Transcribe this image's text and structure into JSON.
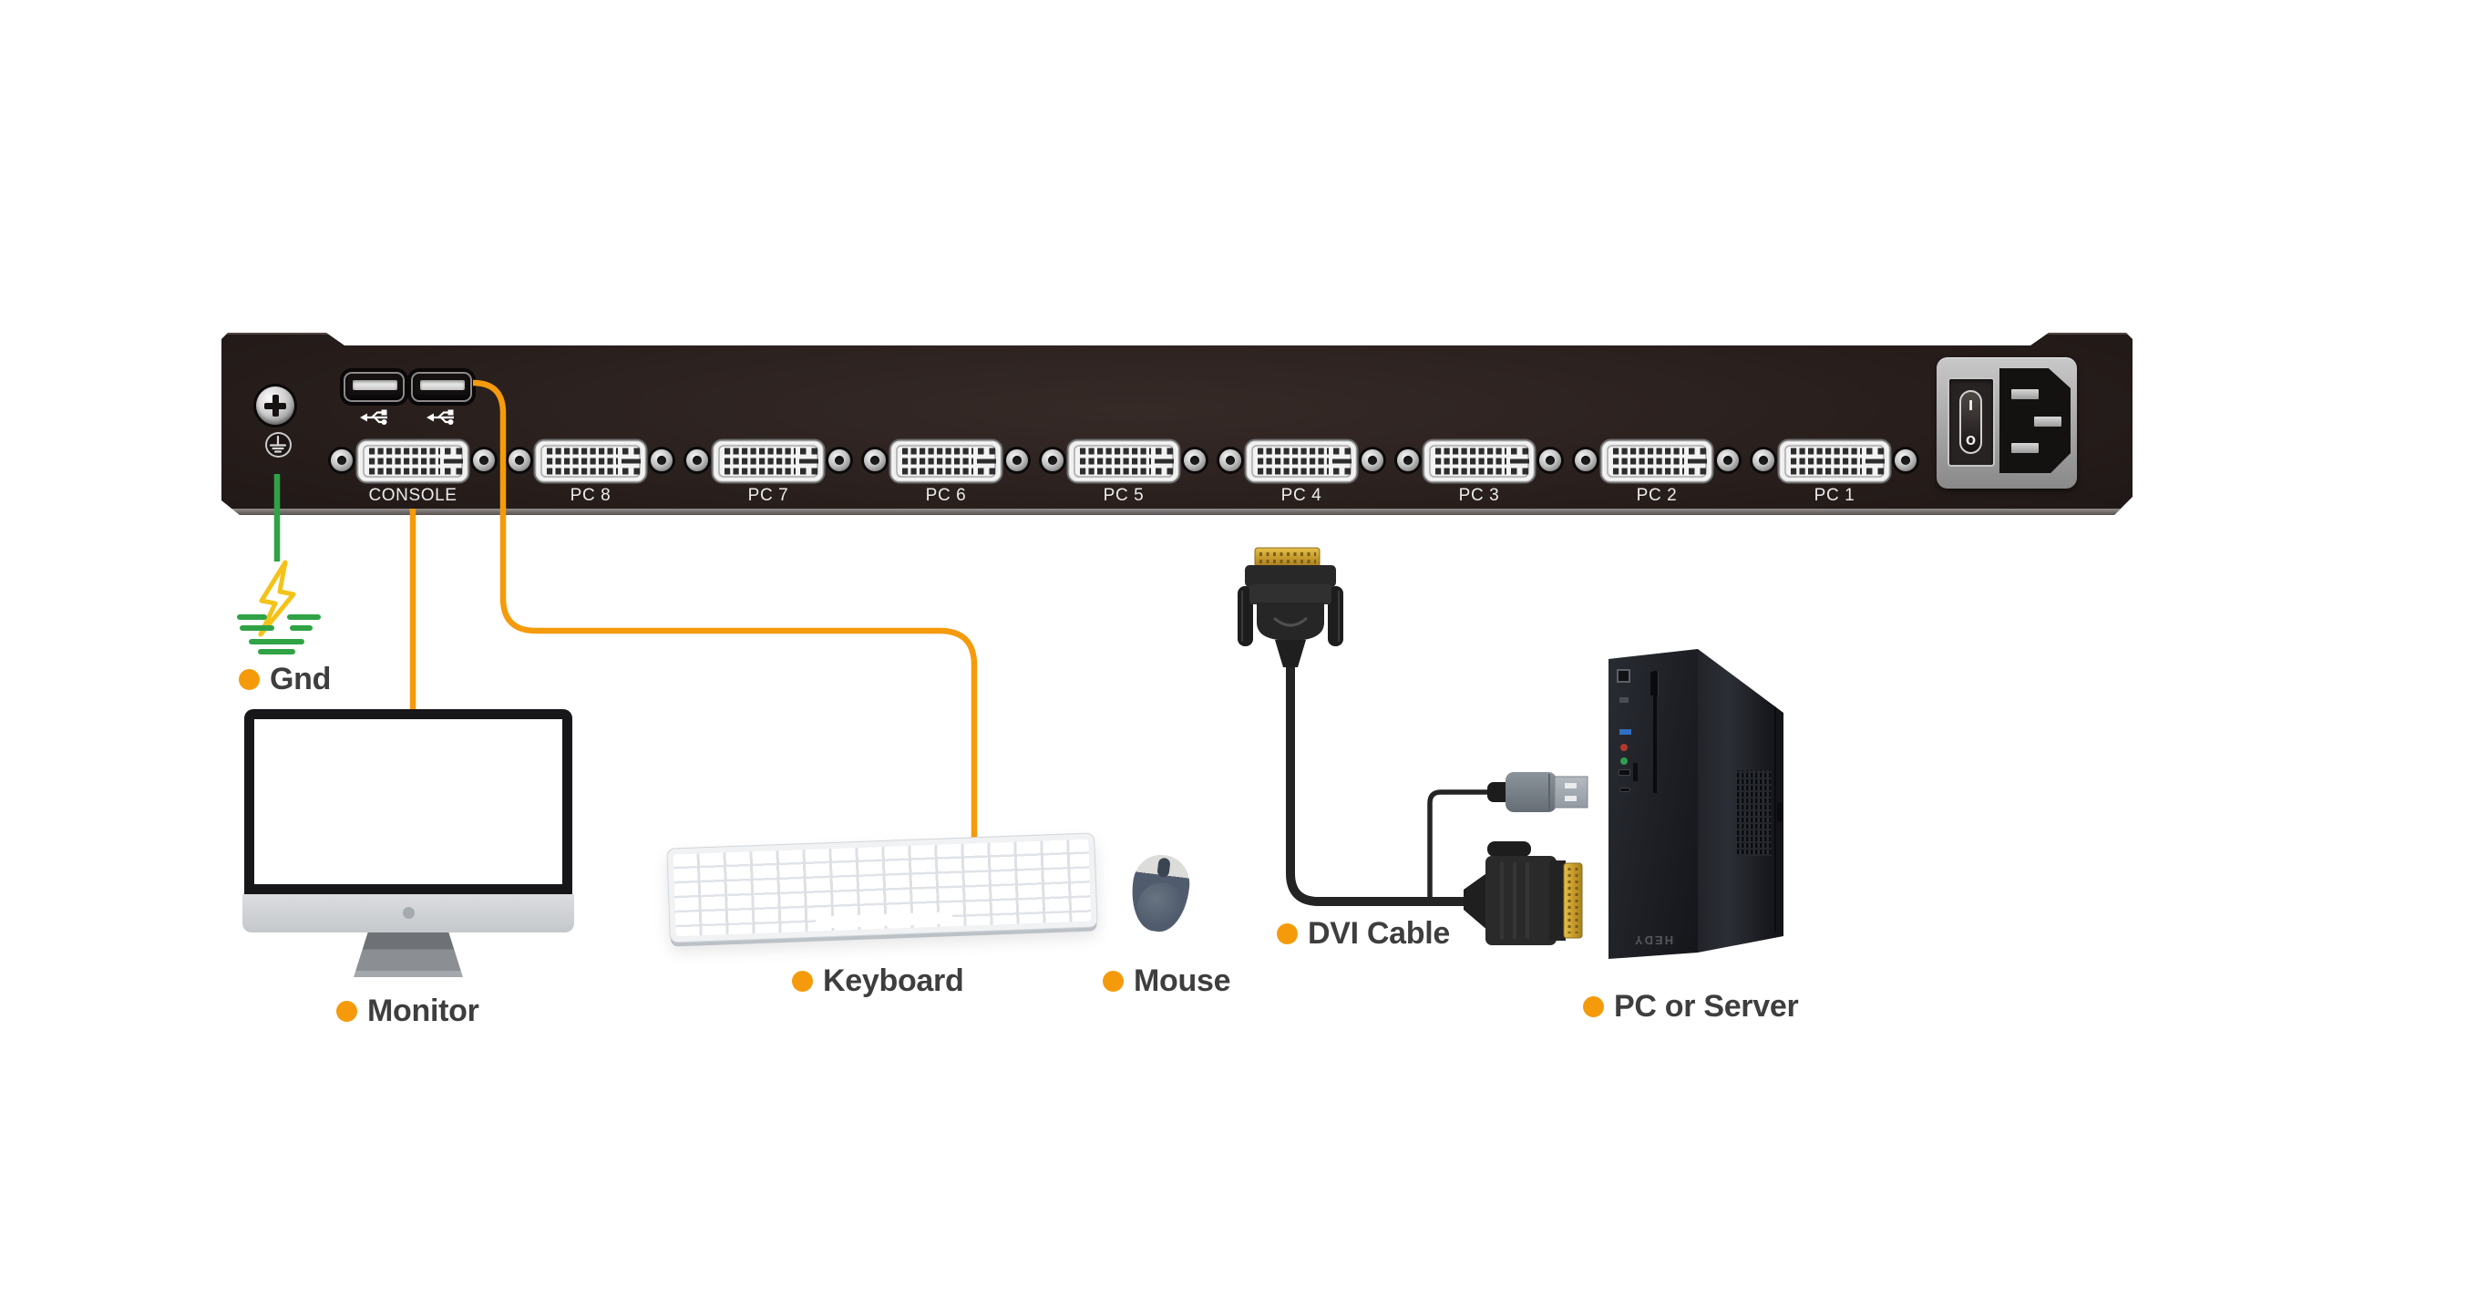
{
  "device": {
    "ports": [
      {
        "label": "CONSOLE"
      },
      {
        "label": "PC 8"
      },
      {
        "label": "PC 7"
      },
      {
        "label": "PC 6"
      },
      {
        "label": "PC 5"
      },
      {
        "label": "PC 4"
      },
      {
        "label": "PC 3"
      },
      {
        "label": "PC 2"
      },
      {
        "label": "PC 1"
      }
    ],
    "usb_port_count": 2,
    "power": {
      "on_mark": "I",
      "off_mark": "O"
    }
  },
  "peripherals": {
    "gnd": "Gnd",
    "monitor": "Monitor",
    "keyboard": "Keyboard",
    "mouse": "Mouse",
    "dvi_cable": "DVI Cable",
    "pc_or_server": "PC or Server",
    "pc_brand": "HEDY"
  },
  "icons": {
    "usb": "usb-trident-icon",
    "ground_screw": "phillips-screw-icon",
    "protective_earth": "protective-earth-icon",
    "lightning": "lightning-bolt-icon"
  },
  "colors": {
    "accent_orange": "#F59B0B",
    "wire_green": "#2FA346",
    "bolt_yellow": "#F4C319",
    "label_text": "#3E3E3E",
    "gold": "#C79B2D"
  }
}
